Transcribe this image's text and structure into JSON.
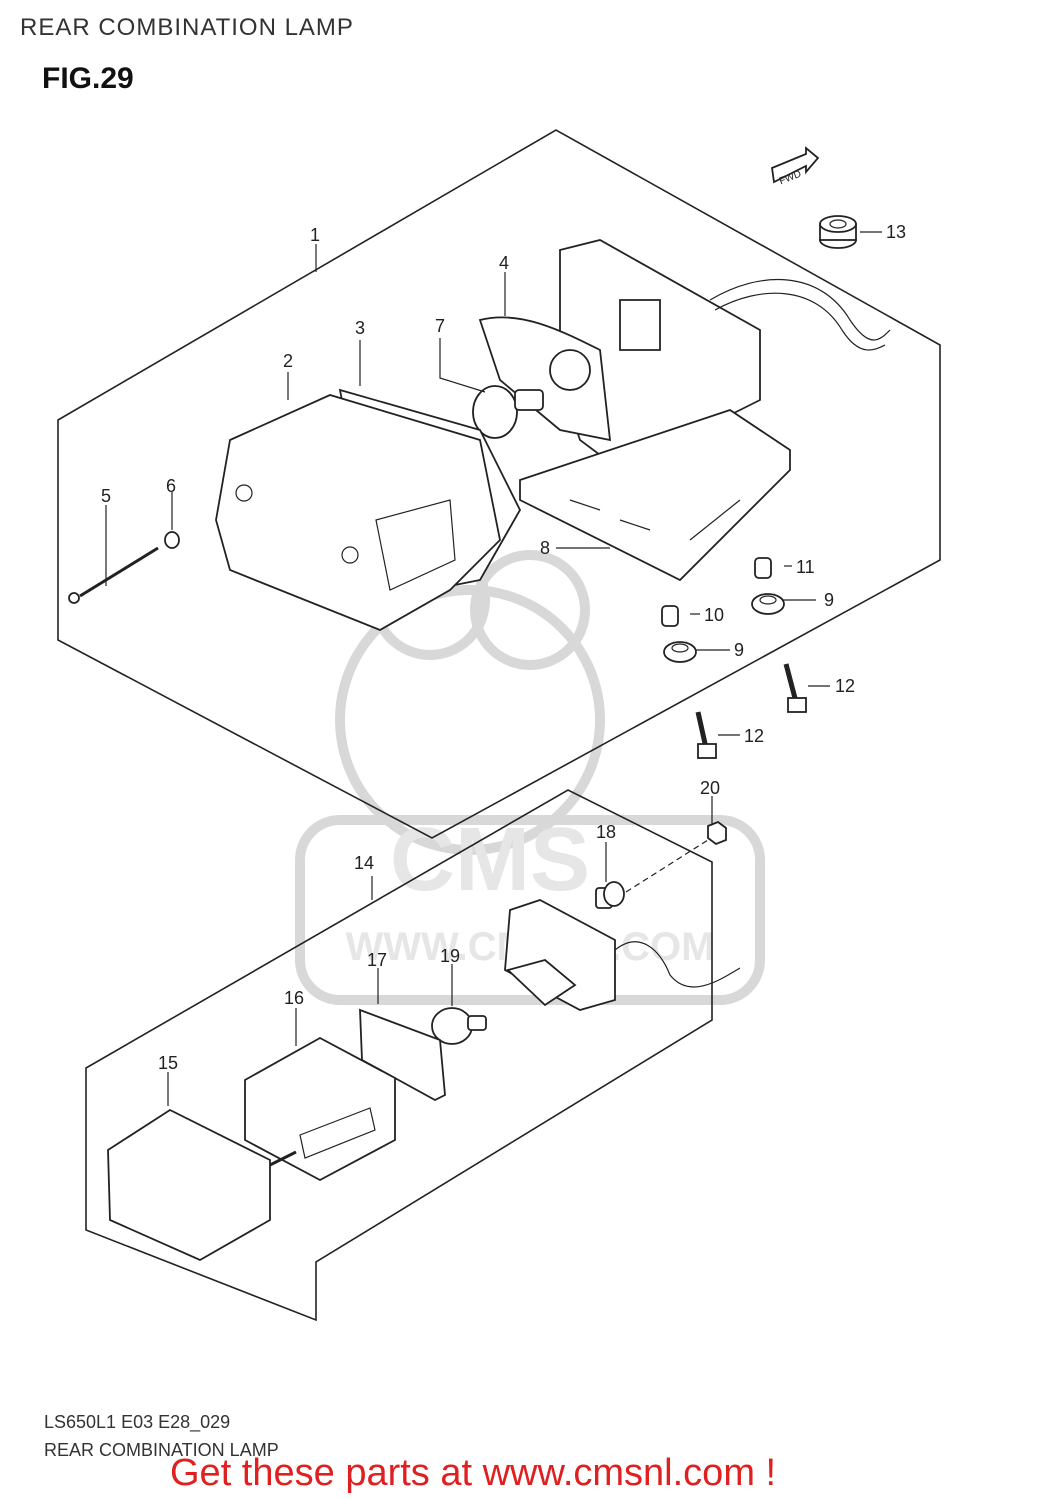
{
  "header": {
    "title": "REAR COMBINATION LAMP"
  },
  "figure": {
    "label": "FIG.29",
    "fwd_arrow_text": "FWD"
  },
  "callouts": [
    "1",
    "2",
    "3",
    "4",
    "5",
    "6",
    "7",
    "8",
    "9",
    "9",
    "10",
    "11",
    "12",
    "12",
    "13",
    "14",
    "15",
    "16",
    "17",
    "18",
    "19",
    "20"
  ],
  "footer": {
    "code": "LS650L1 E03 E28_029",
    "title": "REAR COMBINATION LAMP",
    "banner": "Get these parts at www.cmsnl.com !"
  },
  "watermark": {
    "text": "CMS",
    "url_text": "WWW.CMSNL.COM"
  },
  "colors": {
    "banner": "#e02020",
    "line": "#222222",
    "watermark": "#d8d8d8"
  }
}
